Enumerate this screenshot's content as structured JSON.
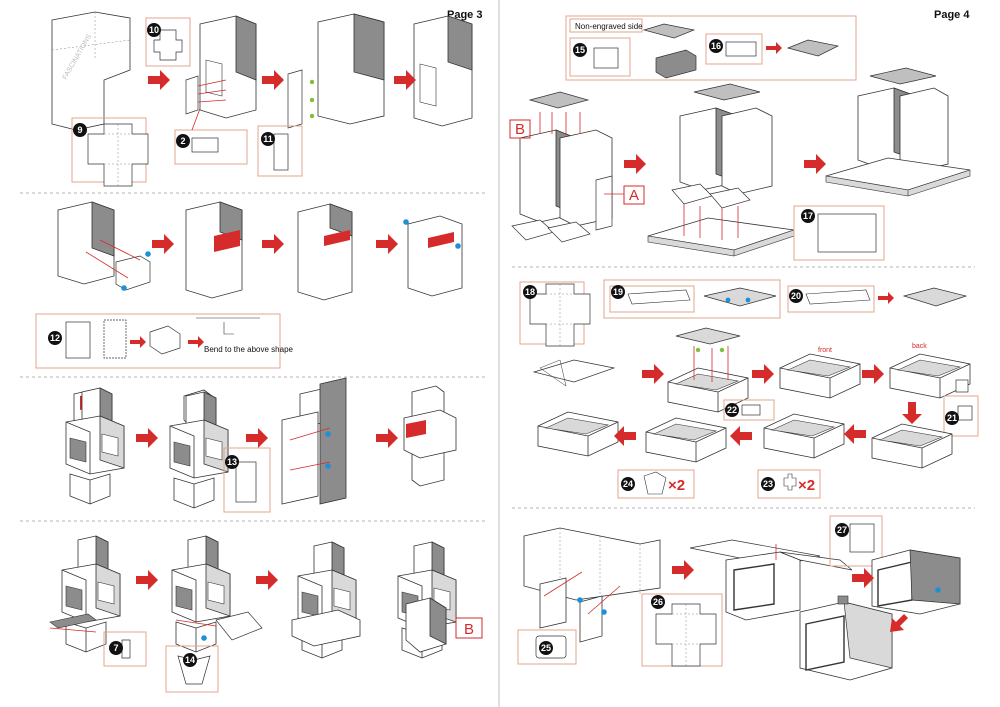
{
  "pages": {
    "left": "Page 3",
    "right": "Page 4"
  },
  "steps": {
    "s2": "2",
    "s7": "7",
    "s9": "9",
    "s10": "10",
    "s11": "11",
    "s12": "12",
    "s13": "13",
    "s14": "14",
    "s15": "15",
    "s16": "16",
    "s17": "17",
    "s18": "18",
    "s19": "19",
    "s20": "20",
    "s21": "21",
    "s22": "22",
    "s23": "23",
    "s24": "24",
    "s25": "25",
    "s26": "26",
    "s27": "27"
  },
  "notes": {
    "bend": "Bend to the above shape",
    "non_engraved": "Non-engraved side",
    "front": "front",
    "back": "back",
    "times2": "×2"
  },
  "letters": {
    "a": "A",
    "b": "B"
  },
  "watermark": "FASCINATIONS",
  "colors": {
    "arrow": "#d62b2b",
    "frame": "#e3a48c",
    "step_badge": "#111111",
    "grey_part": "#8c8c8c",
    "dot": "#1f8fd6",
    "tab_green": "#7cbf3a"
  }
}
